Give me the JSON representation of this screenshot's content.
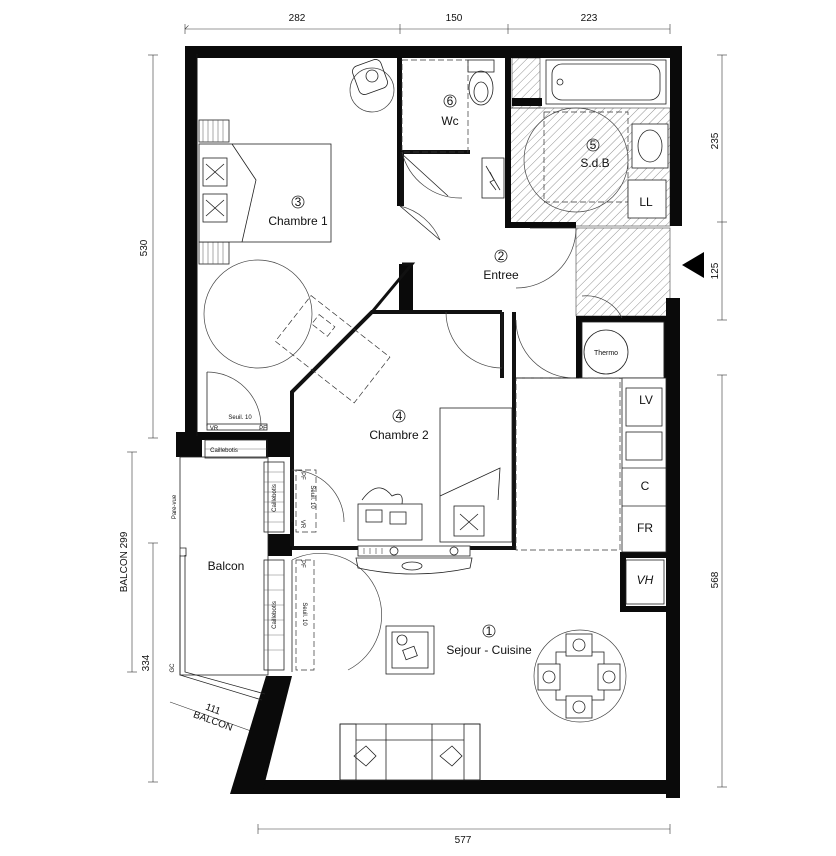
{
  "dimensions": {
    "top": [
      "282",
      "150",
      "223"
    ],
    "bottom": "577",
    "left_main": "530",
    "left_balcon": "BALCON 299",
    "left_balcon_lower": "334",
    "balcon_small_num": "111",
    "balcon_small_label": "BALCON",
    "right_upper": "235",
    "right_mid": "125",
    "right_lower": "568"
  },
  "rooms": [
    {
      "num": "1",
      "name": "Sejour - Cuisine"
    },
    {
      "num": "2",
      "name": "Entree"
    },
    {
      "num": "3",
      "name": "Chambre 1"
    },
    {
      "num": "4",
      "name": "Chambre 2"
    },
    {
      "num": "5",
      "name": "S.d.B"
    },
    {
      "num": "6",
      "name": "Wc"
    }
  ],
  "balcon_label": "Balcon",
  "labels": {
    "thermo": "Thermo",
    "ll": "LL",
    "lv": "LV",
    "c": "C",
    "fr": "FR",
    "vh": "VH",
    "seuil": "Seuil. 10",
    "caillebotis": "Caillebotis",
    "pare_vue": "Pare-vue",
    "gc": "GC",
    "pf": "PF",
    "vr": "VR"
  }
}
